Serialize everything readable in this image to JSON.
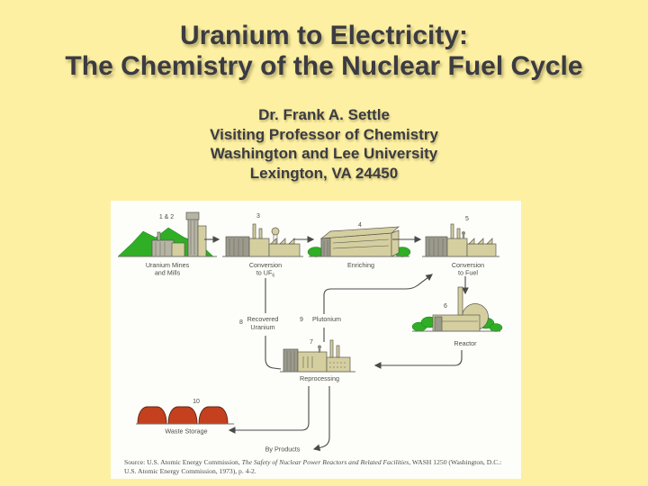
{
  "slide": {
    "title": {
      "line1": "Uranium to Electricity:",
      "line2": "The Chemistry of the Nuclear Fuel Cycle"
    },
    "subtitle": {
      "line1": "Dr. Frank A. Settle",
      "line2": "Visiting Professor of Chemistry",
      "line3": "Washington and Lee University",
      "line4": "Lexington, VA 24450"
    }
  },
  "diagram": {
    "nodes": {
      "mines": {
        "number": "1 & 2",
        "label1": "Uranium Mines",
        "label2": "and Mills"
      },
      "conversion_uf6": {
        "number": "3",
        "label1": "Conversion",
        "label2": "to UF",
        "label2_sub": "6"
      },
      "enriching": {
        "number": "4",
        "label1": "Enriching"
      },
      "conversion_fuel": {
        "number": "5",
        "label1": "Conversion",
        "label2": "to Fuel"
      },
      "reactor": {
        "number": "6",
        "label1": "Reactor"
      },
      "reprocessing": {
        "number": "7",
        "label1": "Reprocessing"
      },
      "recovered_uranium": {
        "number": "8",
        "label1": "Recovered",
        "label2": "Uranium"
      },
      "plutonium": {
        "number": "9",
        "label1": "Plutonium"
      },
      "waste_storage": {
        "number": "10",
        "label1": "Waste Storage"
      },
      "by_products": {
        "label1": "By Products"
      }
    },
    "source": {
      "prefix": "Source: U.S. Atomic Energy Commission, ",
      "title_italic": "The Safety of Nuclear Power Reactors and Related Facilities",
      "suffix": ", WASH 1250 (Washington, D.C.: U.S. Atomic Energy Commission, 1973), p. 4-2."
    }
  },
  "colors": {
    "background": "#fdf0a2",
    "panel": "#fdfdfa",
    "title_text": "#3b3b42",
    "diagram_ink": "#4d4d46",
    "building_khaki": "#d5cfa0",
    "building_dark": "#9b9a8c",
    "vegetation_green": "#2fae26",
    "waste_red": "#c5401f"
  }
}
